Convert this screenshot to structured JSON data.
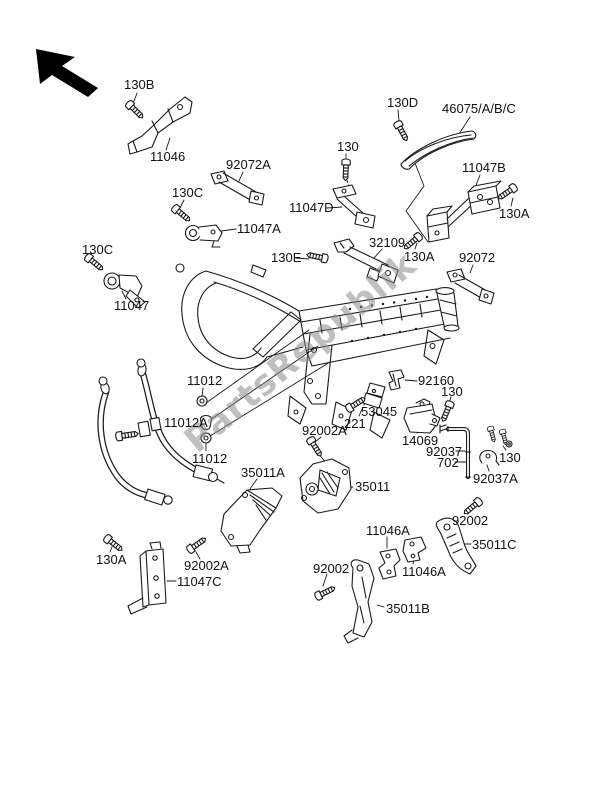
{
  "diagram": {
    "watermark": "PartsRepublik",
    "colors": {
      "line": "#1a1a1a",
      "watermark": "#8a8a8a",
      "background": "#ffffff"
    },
    "labels": [
      {
        "text": "130B"
      },
      {
        "text": "11046"
      },
      {
        "text": "92072A"
      },
      {
        "text": "130C"
      },
      {
        "text": "11047A"
      },
      {
        "text": "130C"
      },
      {
        "text": "11047"
      },
      {
        "text": "130D"
      },
      {
        "text": "46075/A/B/C"
      },
      {
        "text": "130"
      },
      {
        "text": "11047D"
      },
      {
        "text": "11047B"
      },
      {
        "text": "130A"
      },
      {
        "text": "32109"
      },
      {
        "text": "130A"
      },
      {
        "text": "92072"
      },
      {
        "text": "130E"
      },
      {
        "text": "92160"
      },
      {
        "text": "130"
      },
      {
        "text": "53045"
      },
      {
        "text": "221"
      },
      {
        "text": "14069"
      },
      {
        "text": "92037"
      },
      {
        "text": "702"
      },
      {
        "text": "130"
      },
      {
        "text": "92037A"
      },
      {
        "text": "11012"
      },
      {
        "text": "11012A"
      },
      {
        "text": "11012"
      },
      {
        "text": "92002A"
      },
      {
        "text": "35011A"
      },
      {
        "text": "35011"
      },
      {
        "text": "11046A"
      },
      {
        "text": "92002"
      },
      {
        "text": "35011C"
      },
      {
        "text": "11046A"
      },
      {
        "text": "92002"
      },
      {
        "text": "35011B"
      },
      {
        "text": "130A"
      },
      {
        "text": "92002A"
      },
      {
        "text": "11047C"
      }
    ]
  }
}
